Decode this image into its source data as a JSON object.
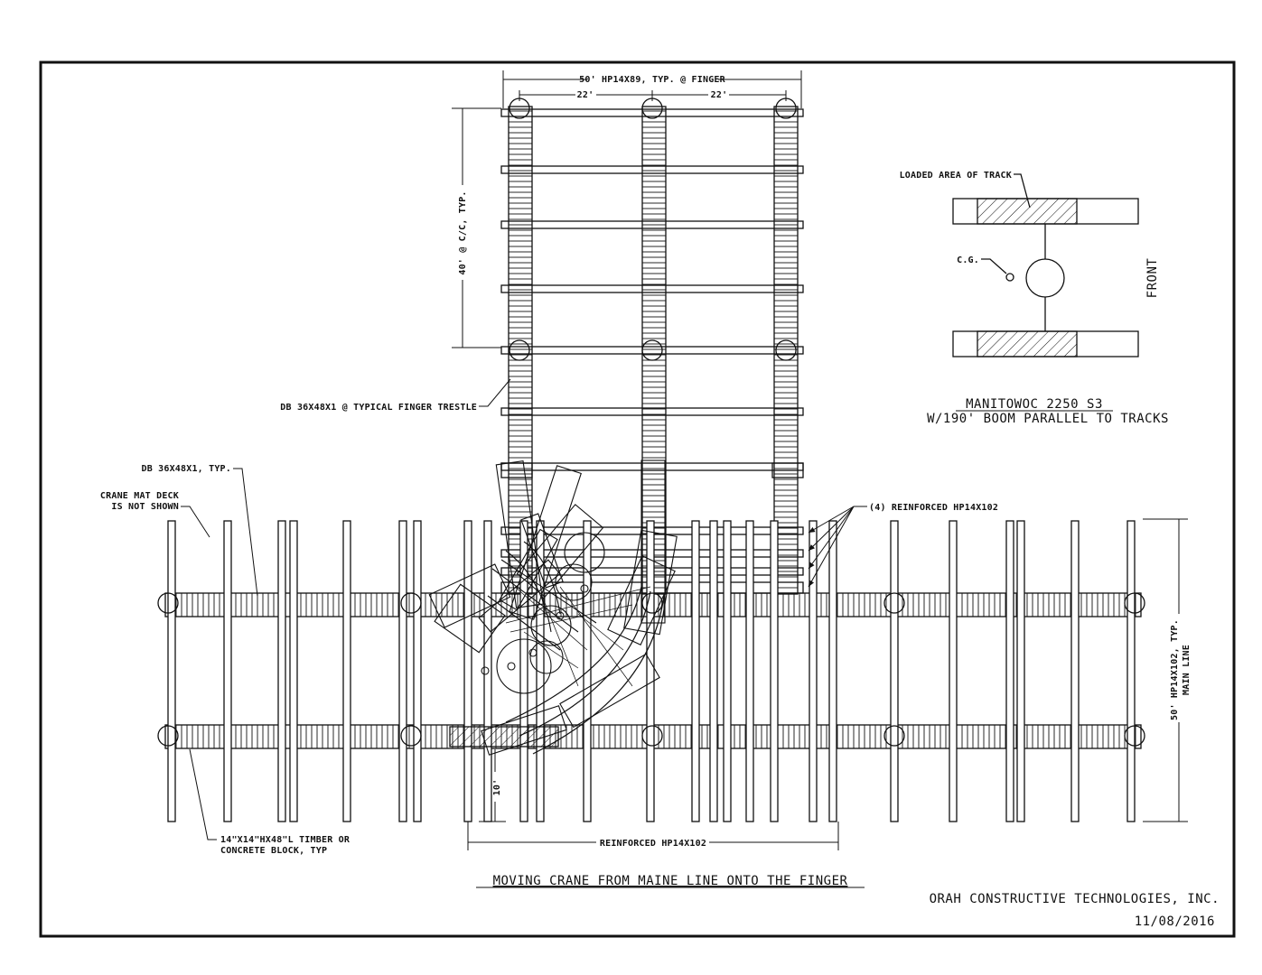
{
  "drawing": {
    "finger_width_dim": "50' HP14X89, TYP. @ FINGER",
    "finger_spacing_left": "22'",
    "finger_spacing_right": "22'",
    "finger_length_dim": "40' @ C/C, TYP.",
    "finger_trestle_label": "DB 36X48X1 @ TYPICAL FINGER TRESTLE",
    "db_typ_label": "DB 36X48X1, TYP.",
    "crane_mat_line1": "CRANE MAT DECK",
    "crane_mat_line2": "IS NOT SHOWN",
    "reinforced_piles_label": "(4) REINFORCED HP14X102",
    "main_line_dim_line1": "50' HP14X102, TYP.",
    "main_line_dim_line2": "MAIN LINE",
    "offset_dim": "10'",
    "reinforced_bottom_dim": "REINFORCED HP14X102",
    "timber_line1": "14\"X14\"HX48\"L TIMBER OR",
    "timber_line2": "CONCRETE BLOCK, TYP",
    "title": "MOVING CRANE FROM MAINE LINE ONTO THE FINGER"
  },
  "detail": {
    "loaded_area_label": "LOADED AREA OF TRACK",
    "cg_label": "C.G.",
    "front_label": "FRONT",
    "crane_model": "MANITOWOC 2250 S3",
    "boom_note": "W/190' BOOM PARALLEL TO TRACKS"
  },
  "title_block": {
    "company": "ORAH CONSTRUCTIVE TECHNOLOGIES, INC.",
    "date": "11/08/2016"
  },
  "colors": {
    "ink": "#111111",
    "paper": "#ffffff"
  }
}
